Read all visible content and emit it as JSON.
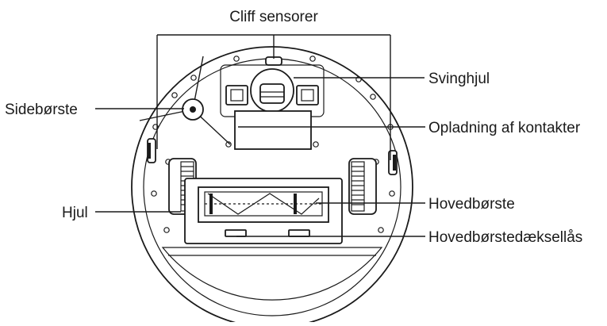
{
  "labels": {
    "cliff_sensors": "Cliff sensorer",
    "swivel_wheel": "Svinghjul",
    "side_brush": "Sidebørste",
    "charging_contacts": "Opladning af kontakter",
    "wheel": "Hjul",
    "main_brush": "Hovedbørste",
    "main_brush_cover_lock": "Hovedbørstedæksellås"
  },
  "colors": {
    "ink": "#1a1a1a",
    "background": "#ffffff"
  }
}
